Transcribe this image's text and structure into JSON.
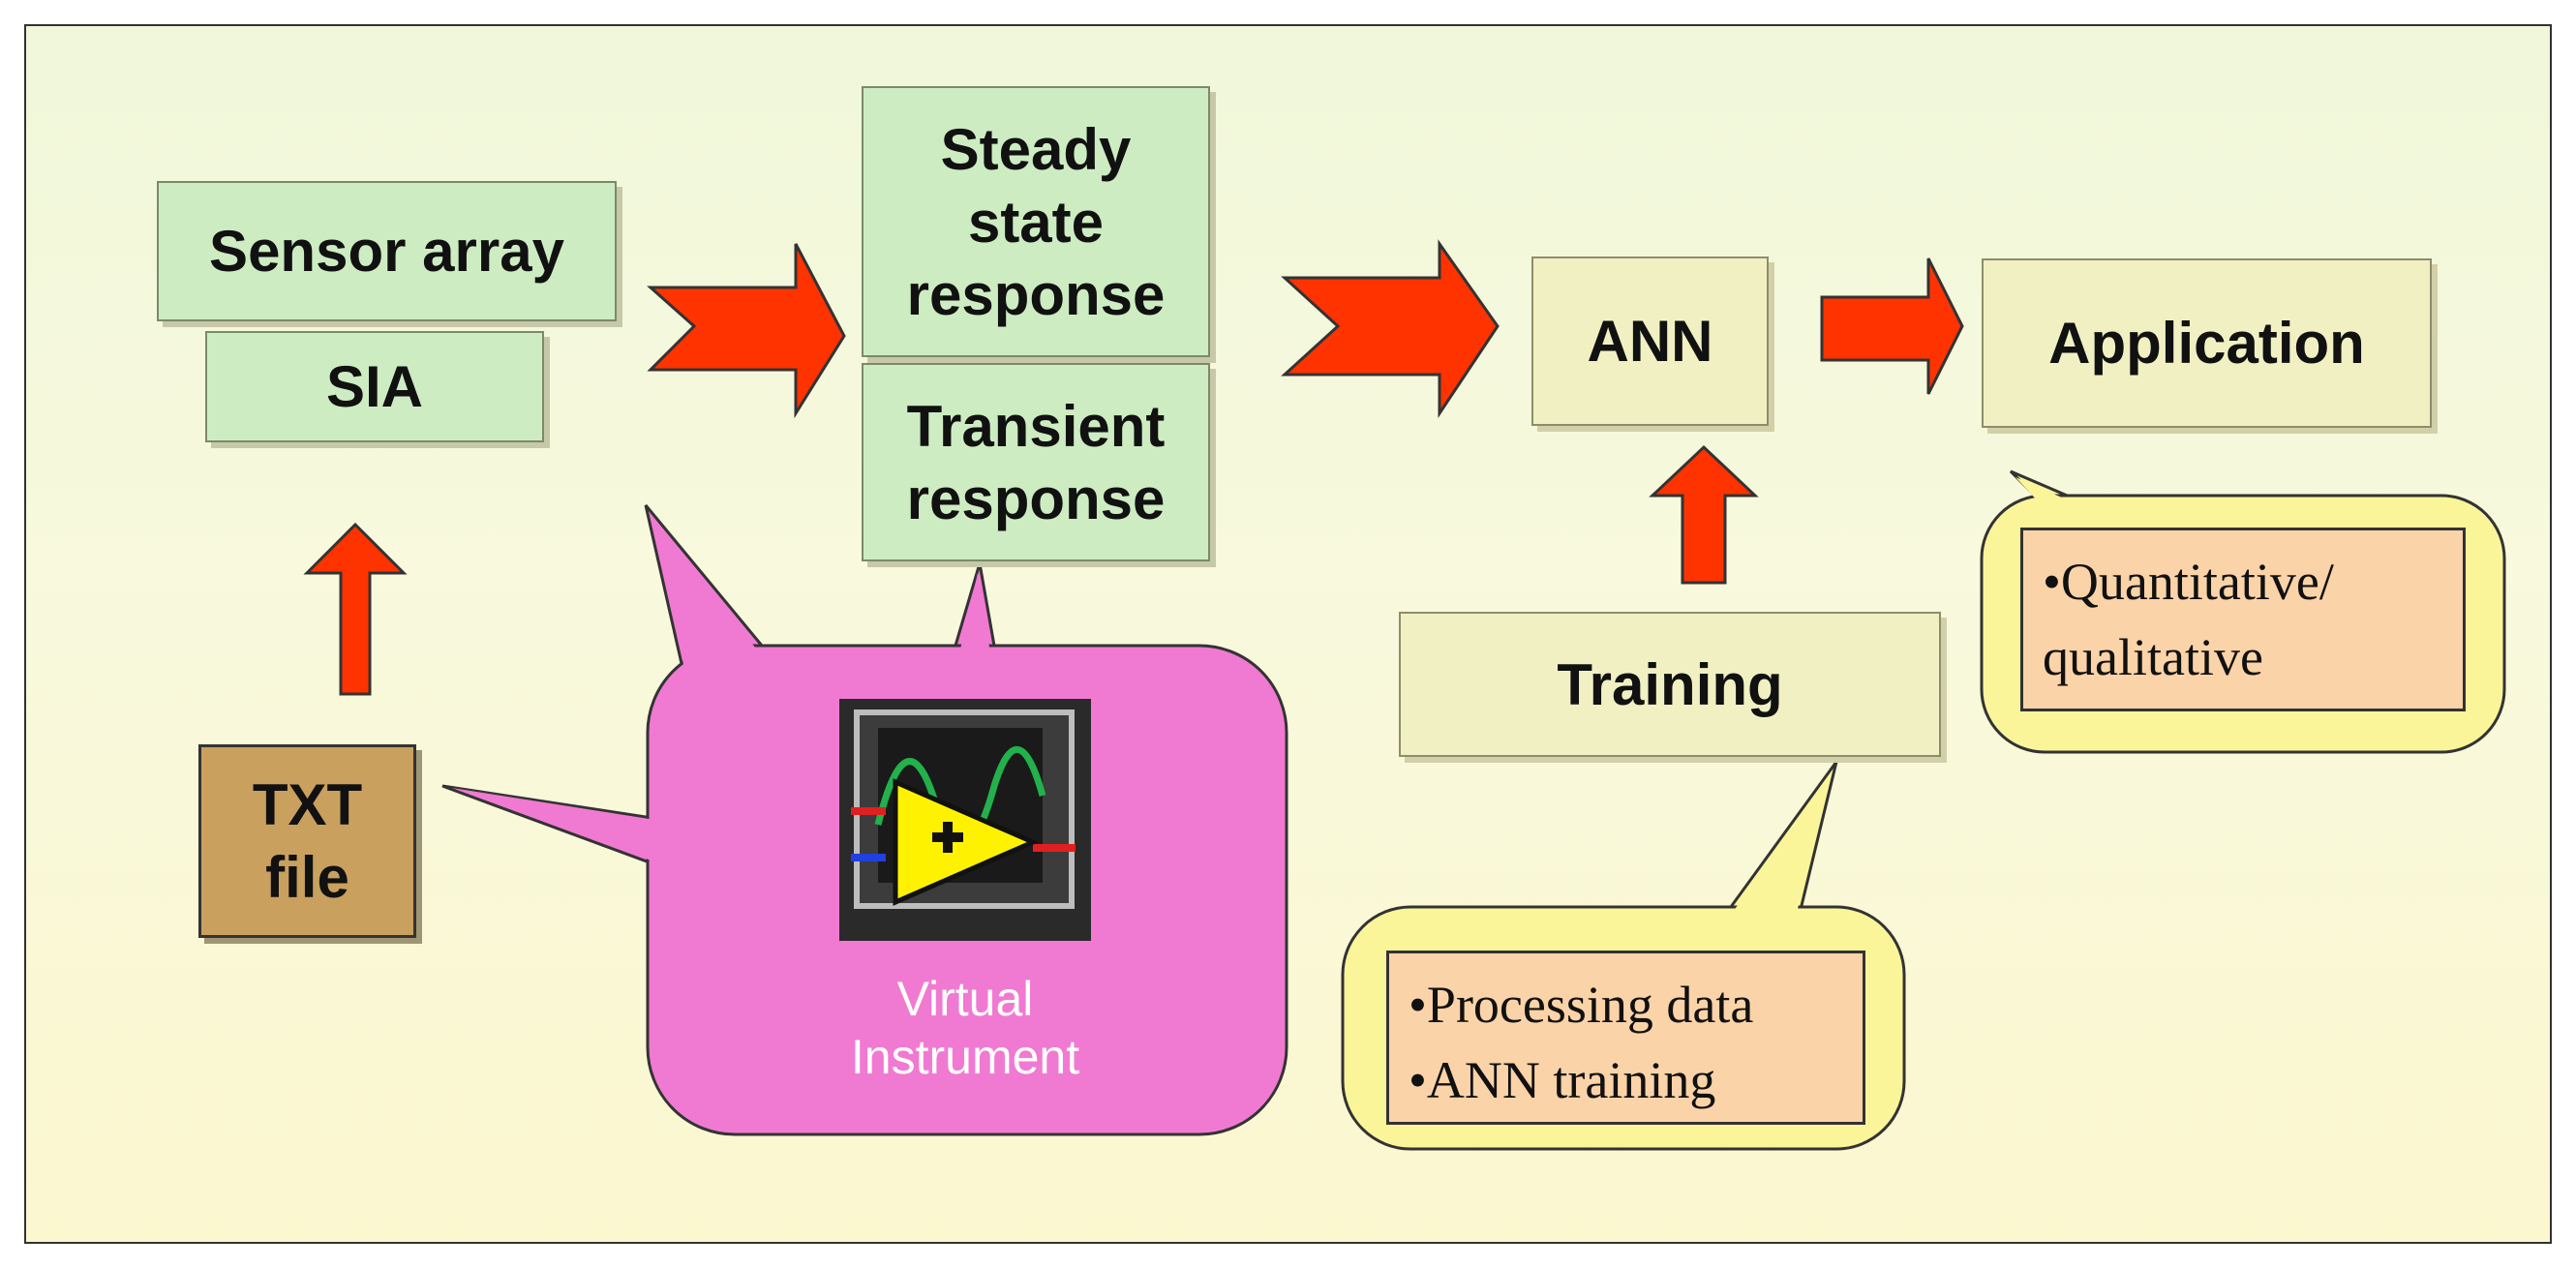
{
  "diagram": {
    "nodes": {
      "sensor_array": "Sensor array",
      "sia": "SIA",
      "txt_file": [
        "TXT",
        "file"
      ],
      "steady_state": [
        "Steady",
        "state",
        "response"
      ],
      "transient": [
        "Transient",
        "response"
      ],
      "ann": "ANN",
      "training": "Training",
      "application": "Application"
    },
    "callouts": {
      "virtual_instrument": [
        "Virtual",
        "Instrument"
      ],
      "training_notes": [
        "•Processing data",
        "•ANN training"
      ],
      "application_notes": [
        "•Quantitative/",
        "qualitative"
      ]
    },
    "colors": {
      "arrow": "#ff3300",
      "pink_callout": "#f07ad2",
      "yellow_callout": "#fbf59a",
      "green_box": "#cdecc2",
      "cream_box": "#f1f0c2",
      "tan_box": "#c9a05e",
      "note_box": "#fbd3a8"
    },
    "icons": [
      "labview-virtual-instrument-icon",
      "right-arrow-icon",
      "up-arrow-icon"
    ]
  }
}
